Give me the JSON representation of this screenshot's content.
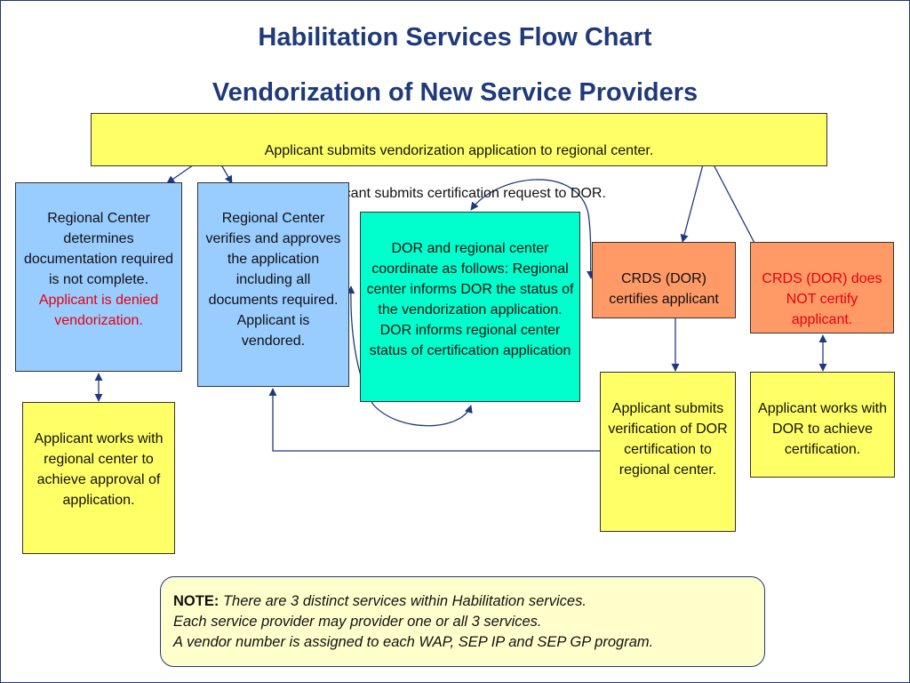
{
  "title": "Habilitation Services Flow Chart",
  "subtitle": "Vendorization of New Service Providers",
  "colors": {
    "title": "#1f3a7a",
    "yellow": "#ffff66",
    "blue": "#99ccff",
    "teal": "#00ffcc",
    "orange": "#ff9966",
    "red_text": "#e8000d",
    "arrow": "#1f3a7a"
  },
  "boxes": {
    "top": {
      "line1": "Applicant submits vendorization application to regional center.",
      "line2": "Applicant submits certification request to DOR."
    },
    "rc_incomplete": {
      "text": "Regional Center determines documentation required is not complete.",
      "red_text": "Applicant is denied vendorization."
    },
    "rc_approves": {
      "text": "Regional Center verifies and approves the application including all documents required. Applicant is vendored."
    },
    "coordinate": {
      "text": "DOR and regional center coordinate as follows: Regional center informs DOR the status of the vendorization application. DOR informs regional center status of certification application"
    },
    "crds_certifies": {
      "text": "CRDS (DOR) certifies applicant"
    },
    "crds_not": {
      "red_text": "CRDS (DOR) does NOT certify applicant."
    },
    "works_rc": {
      "text": "Applicant works with regional center to achieve approval of application."
    },
    "submits_verification": {
      "text": "Applicant submits verification of DOR certification to regional center."
    },
    "works_dor": {
      "text": "Applicant works with DOR to achieve certification."
    }
  },
  "note": {
    "label": "NOTE:",
    "line1": "There are 3 distinct services within Habilitation services.",
    "line2": "Each service provider may provider one or all 3 services.",
    "line3": "A vendor number is assigned to each WAP, SEP IP and SEP GP program."
  }
}
